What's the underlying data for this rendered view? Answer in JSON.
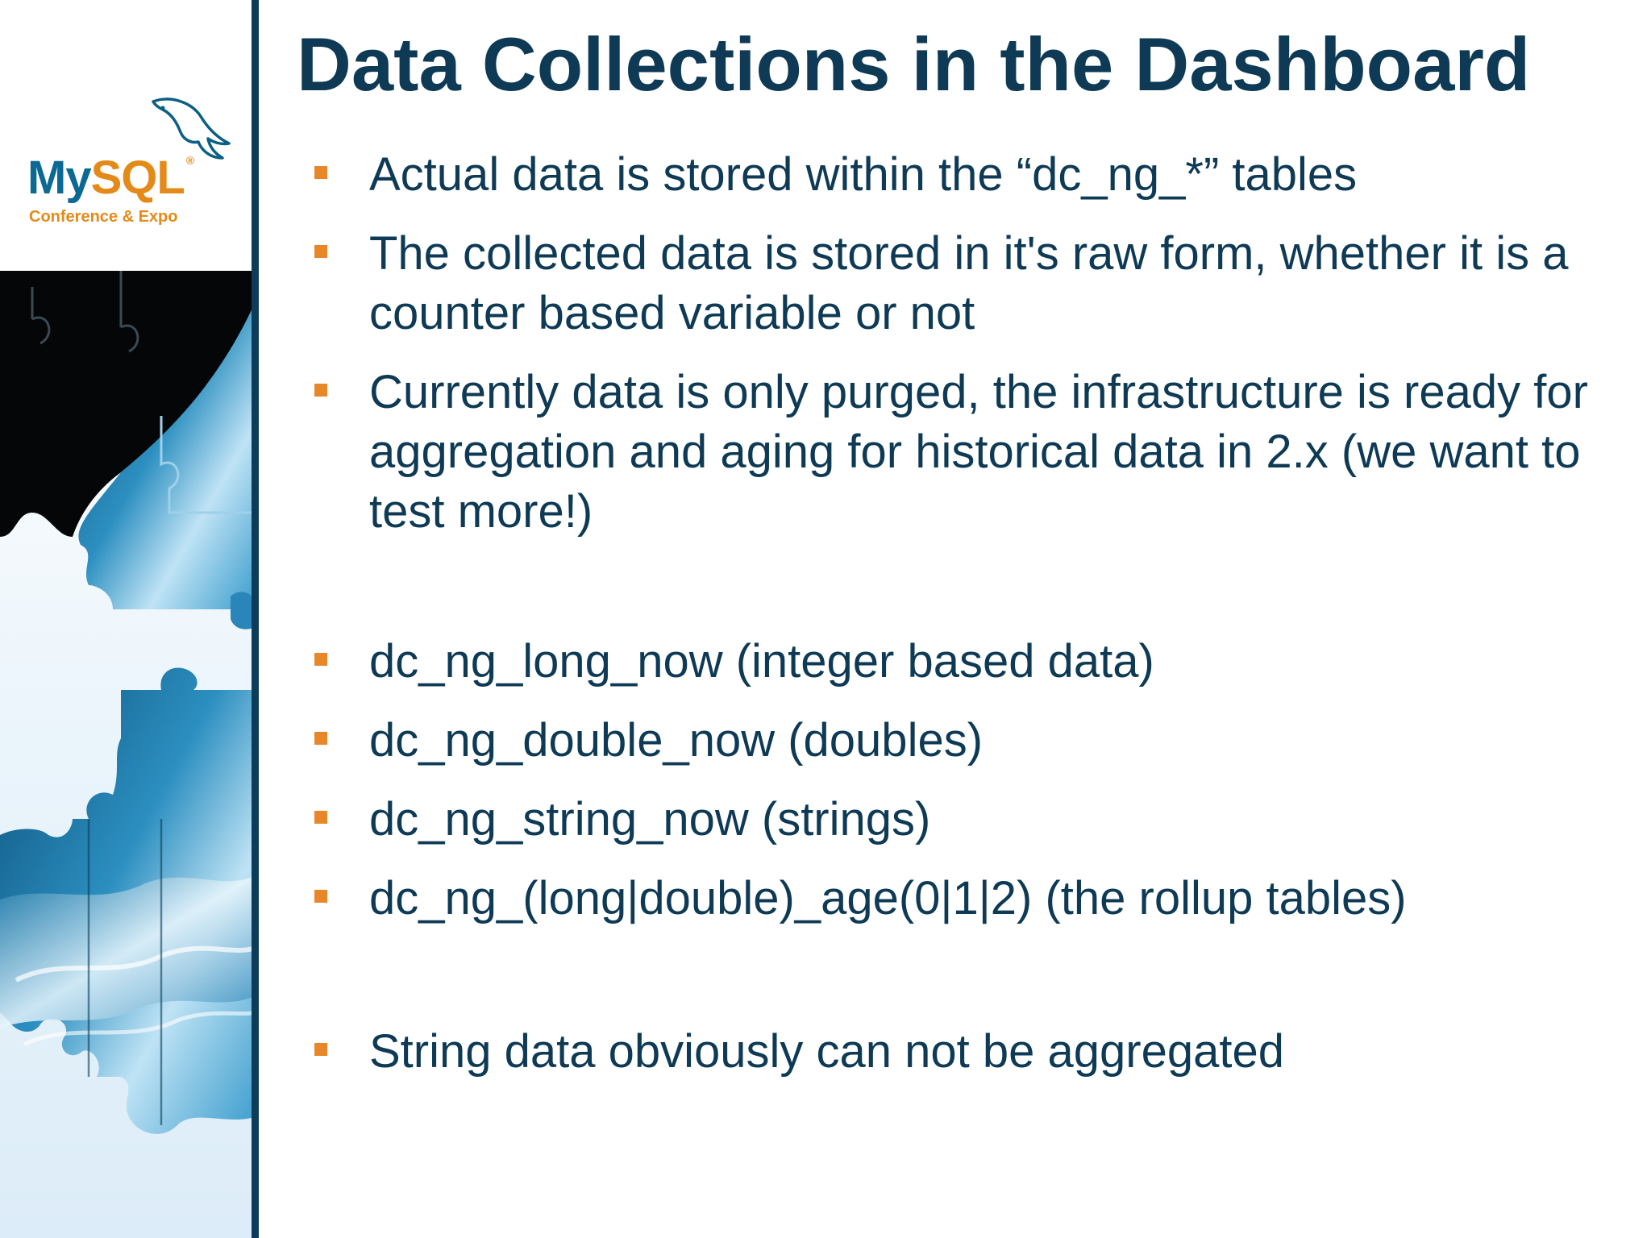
{
  "logo": {
    "word_my": "My",
    "word_sql": "SQL",
    "reg_mark": "®",
    "subtitle": "Conference & Expo"
  },
  "slide": {
    "title": "Data Collections in the Dashboard",
    "bullets": [
      "Actual data is stored within the “dc_ng_*” tables",
      "The collected data is stored in it's raw form, whether it is a counter based variable or not",
      "Currently data is only purged, the infrastructure is ready for aggregation and aging for historical data in 2.x (we want to test more!)",
      "dc_ng_long_now (integer based data)",
      "dc_ng_double_now (doubles)",
      "dc_ng_string_now (strings)",
      "dc_ng_(long|double)_age(0|1|2) (the rollup tables)",
      "String data obviously can not be aggregated"
    ]
  },
  "colors": {
    "title": "#0e3a55",
    "text": "#0e3a55",
    "bullet_marker": "#e8872a",
    "divider": "#0d3c5a",
    "logo_blue": "#0b6a93",
    "logo_orange": "#e48a19"
  }
}
